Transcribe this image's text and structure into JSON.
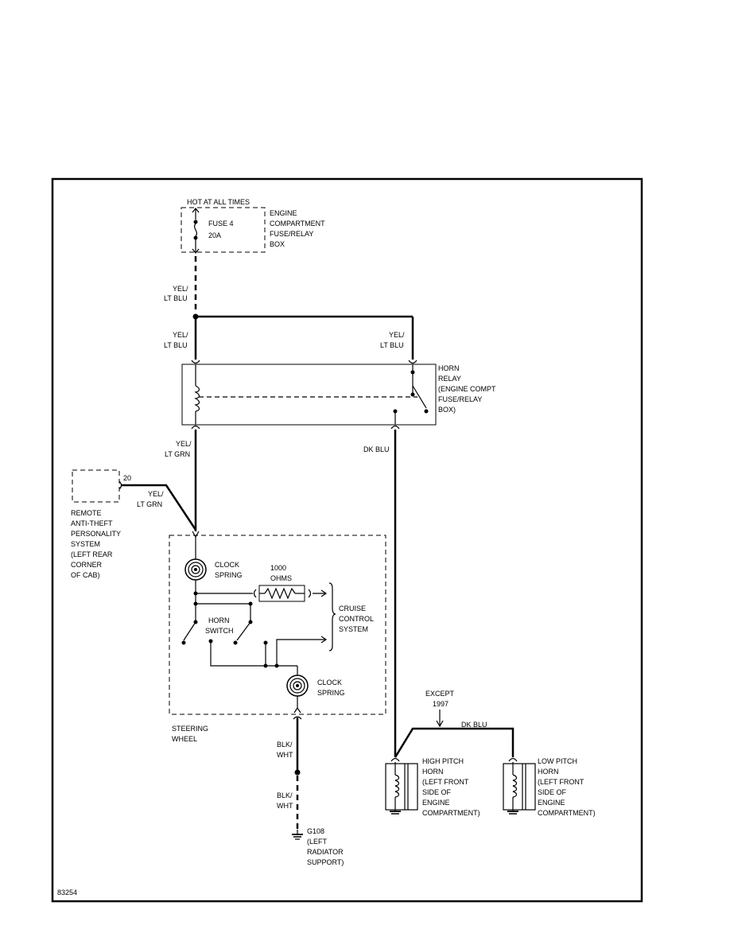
{
  "diagram": {
    "figure_number": "83254",
    "power_source": {
      "hot_label": "HOT AT ALL TIMES",
      "fuse_label": "FUSE 4",
      "fuse_rating": "20A",
      "box_label": [
        "ENGINE",
        "COMPARTMENT",
        "FUSE/RELAY",
        "BOX"
      ]
    },
    "wires": {
      "yel_lt_blu": [
        "YEL/",
        "LT BLU"
      ],
      "yel_lt_grn": [
        "YEL/",
        "LT GRN"
      ],
      "dk_blu": "DK BLU",
      "blk_wht": [
        "BLK/",
        "WHT"
      ]
    },
    "horn_relay": {
      "label": [
        "HORN",
        "RELAY",
        "(ENGINE COMPT",
        "FUSE/RELAY",
        "BOX)"
      ]
    },
    "anti_theft": {
      "pin": "20",
      "label": [
        "REMOTE",
        "ANTI-THEFT",
        "PERSONALITY",
        "SYSTEM",
        "(LEFT REAR",
        "CORNER",
        "OF CAB)"
      ]
    },
    "steering_wheel": {
      "label": [
        "STEERING",
        "WHEEL"
      ],
      "clock_spring": [
        "CLOCK",
        "SPRING"
      ],
      "resistor": [
        "1000",
        "OHMS"
      ],
      "horn_switch": [
        "HORN",
        "SWITCH"
      ],
      "cruise": [
        "CRUISE",
        "CONTROL",
        "SYSTEM"
      ]
    },
    "ground": {
      "label": [
        "G108",
        "(LEFT",
        "RADIATOR",
        "SUPPORT)"
      ]
    },
    "except_note": [
      "EXCEPT",
      "1997"
    ],
    "high_horn": [
      "HIGH PITCH",
      "HORN",
      "(LEFT FRONT",
      "SIDE OF",
      "ENGINE",
      "COMPARTMENT)"
    ],
    "low_horn": [
      "LOW PITCH",
      "HORN",
      "(LEFT FRONT",
      "SIDE OF",
      "ENGINE",
      "COMPARTMENT)"
    ]
  }
}
